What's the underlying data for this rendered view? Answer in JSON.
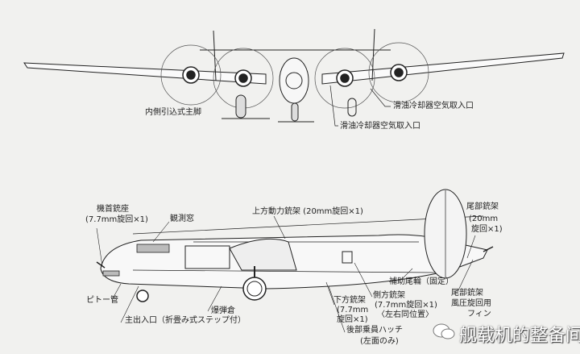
{
  "front_view": {
    "labels": {
      "main_gear": "内側引込式主脚",
      "oil_cooler_intake_outer": "滑油冷却器空気取入口",
      "oil_cooler_intake_inner": "滑油冷却器空気取入口"
    }
  },
  "side_view": {
    "labels": {
      "nose_turret_1": "機首銃座",
      "nose_turret_2": "(7.7mm旋回×1)",
      "observation_window": "観測窓",
      "dorsal_turret": "上方動力銃架 (20mm旋回×1)",
      "tail_turret_1": "尾部銃架",
      "tail_turret_2": "(20mm",
      "tail_turret_3": "旋回×1)",
      "tail_wheel": "補助尾輪（固定）",
      "tail_fin_1": "尾部銃架",
      "tail_fin_2": "風圧旋回用",
      "tail_fin_3": "フィン",
      "side_gun_1": "側方銃架",
      "side_gun_2": "(7.7mm旋回×1)",
      "side_gun_3": "〈左右同位置〉",
      "ventral_gun_1": "下方銃架",
      "ventral_gun_2": "(7.7mm",
      "ventral_gun_3": "旋回×1)",
      "rear_hatch_1": "後部乗員ハッチ",
      "rear_hatch_2": "(左面のみ)",
      "pitot": "ピトー管",
      "bomb_bay": "爆弾倉",
      "main_entrance": "主出入口（折畳み式ステップ付）"
    }
  },
  "watermark": "舰载机的整备间"
}
